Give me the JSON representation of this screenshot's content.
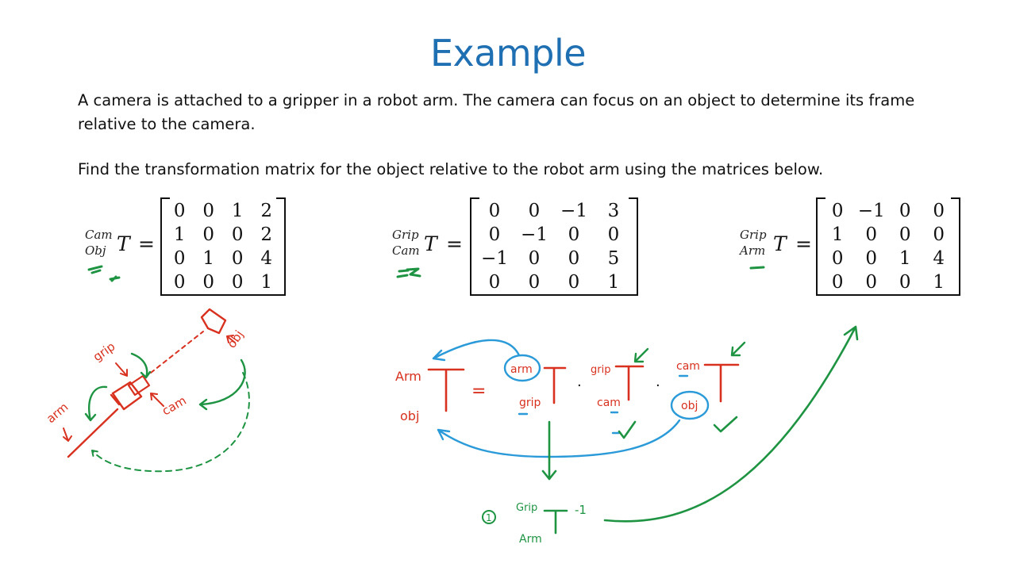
{
  "slide": {
    "title": "Example",
    "paragraph1": " A camera is attached to a gripper in a robot arm. The camera can focus on an object to determine its frame relative to the camera.",
    "paragraph2": "Find the transformation matrix for the object relative to the robot arm using the matrices below."
  },
  "equations": [
    {
      "sup": "Cam",
      "sub": "Obj",
      "symbol": "T",
      "equals": "=",
      "matrix": [
        [
          "0",
          "0",
          "1",
          "2"
        ],
        [
          "1",
          "0",
          "0",
          "2"
        ],
        [
          "0",
          "1",
          "0",
          "4"
        ],
        [
          "0",
          "0",
          "0",
          "1"
        ]
      ]
    },
    {
      "sup": "Grip",
      "sub": "Cam",
      "symbol": "T",
      "equals": "=",
      "matrix": [
        [
          "0",
          "0",
          "−1",
          "3"
        ],
        [
          "0",
          "−1",
          "0",
          "0"
        ],
        [
          "−1",
          "0",
          "0",
          "5"
        ],
        [
          "0",
          "0",
          "0",
          "1"
        ]
      ]
    },
    {
      "sup": "Grip",
      "sub": "Arm",
      "symbol": "T",
      "equals": "=",
      "matrix": [
        [
          "0",
          "−1",
          "0",
          "0"
        ],
        [
          "1",
          "0",
          "0",
          "0"
        ],
        [
          "0",
          "0",
          "1",
          "4"
        ],
        [
          "0",
          "0",
          "0",
          "1"
        ]
      ]
    }
  ],
  "annotations": {
    "sketch": {
      "grip": "grip",
      "arm": "arm",
      "cam": "cam",
      "obj": "obj"
    },
    "formula": {
      "lhs_sup": "Arm",
      "lhs_sub": "obj",
      "equals": "=",
      "t1_sup": "arm",
      "t1_sub": "grip",
      "dot1": "·",
      "t2_sup": "grip",
      "t2_sub": "cam",
      "dot2": "·",
      "t3_sup": "cam",
      "t3_sub": "obj",
      "step_number": "1",
      "inv_sup": "Grip",
      "inv_sub": "Arm",
      "inv_exp": "-1"
    },
    "colors": {
      "red": "#d8311f",
      "green": "#1e9443",
      "blue": "#2b9ad8",
      "title": "#1f6fb3"
    }
  }
}
